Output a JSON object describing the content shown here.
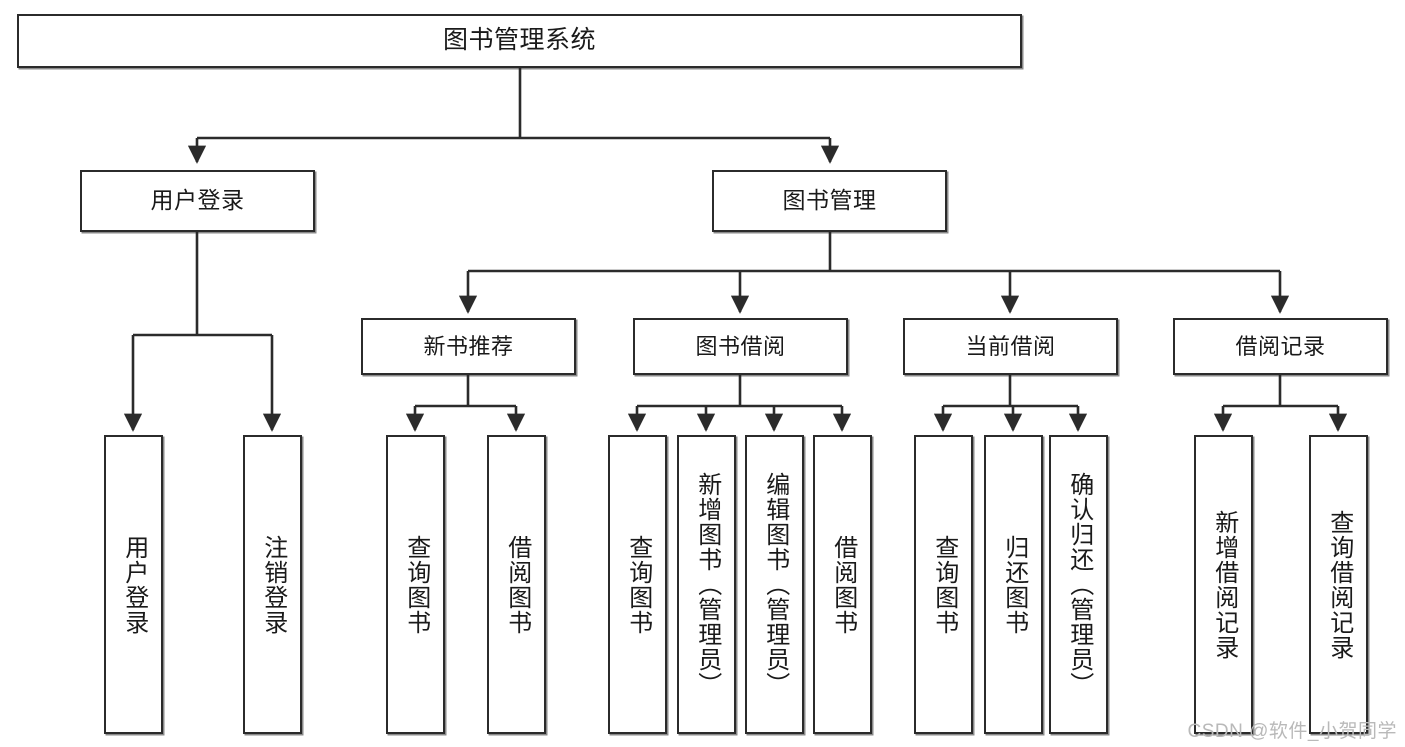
{
  "diagram": {
    "title": "图书管理系统",
    "type": "tree-hierarchy-chart",
    "watermark": "CSDN @软件_小贺同学",
    "colors": {
      "stroke": "#2b2b2b",
      "fill": "#ffffff",
      "text": "#1a1a1a",
      "watermark": "#b9b9b9"
    }
  },
  "nodes": {
    "root": {
      "label": "图书管理系统"
    },
    "level2": [
      {
        "key": "user_login",
        "label": "用户登录"
      },
      {
        "key": "book_manage",
        "label": "图书管理"
      }
    ],
    "level3": [
      {
        "key": "new_book_rec",
        "label": "新书推荐"
      },
      {
        "key": "book_borrow",
        "label": "图书借阅"
      },
      {
        "key": "current_borrow",
        "label": "当前借阅"
      },
      {
        "key": "borrow_record",
        "label": "借阅记录"
      }
    ],
    "leaves": {
      "user_login": [
        {
          "label": "用户登录"
        },
        {
          "label": "注销登录"
        }
      ],
      "new_book_rec": [
        {
          "label": "查询图书"
        },
        {
          "label": "借阅图书"
        }
      ],
      "book_borrow": [
        {
          "label": "查询图书"
        },
        {
          "label": "新增图书（管理员）"
        },
        {
          "label": "编辑图书（管理员）"
        },
        {
          "label": "借阅图书"
        }
      ],
      "current_borrow": [
        {
          "label": "查询图书"
        },
        {
          "label": "归还图书"
        },
        {
          "label": "确认归还（管理员）"
        }
      ],
      "borrow_record": [
        {
          "label": "新增借阅记录"
        },
        {
          "label": "查询借阅记录"
        }
      ]
    }
  }
}
